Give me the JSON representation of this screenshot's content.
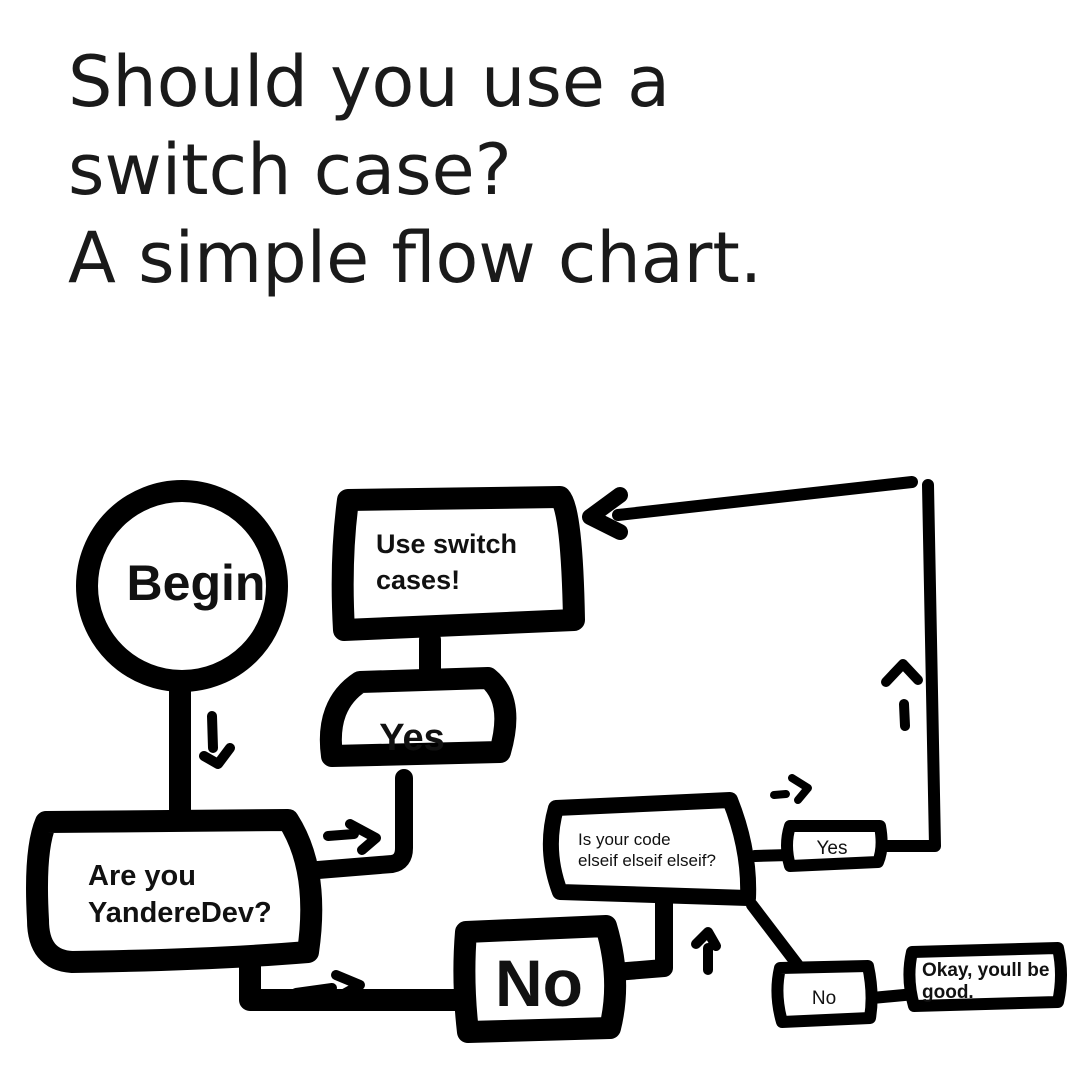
{
  "title": {
    "lines": [
      "Should you use a",
      "switch case?",
      "A simple flow chart."
    ]
  },
  "nodes": {
    "begin": "Begin",
    "are_you": [
      "Are you",
      "YandereDev?"
    ],
    "yes_main": "Yes",
    "use_switch": [
      "Use switch",
      "cases!"
    ],
    "no_main": "No",
    "elseif": [
      "Is your code",
      "elseif elseif elseif?"
    ],
    "yes_small": "Yes",
    "no_small": "No",
    "okay": [
      "Okay, youll be",
      "good."
    ]
  },
  "colors": {
    "ink": "#000000",
    "background": "#ffffff"
  }
}
